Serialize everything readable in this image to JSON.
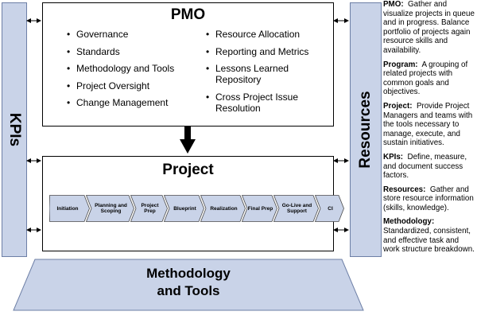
{
  "pmo": {
    "title": "PMO",
    "left_items": [
      "Governance",
      "Standards",
      "Methodology and Tools",
      "Project Oversight",
      "Change Management"
    ],
    "right_items": [
      "Resource Allocation",
      "Reporting and Metrics",
      "Lessons Learned Repository",
      "Cross Project Issue Resolution"
    ]
  },
  "project": {
    "title": "Project",
    "phases": [
      "Initiation",
      "Planning and Scoping",
      "Project Prep",
      "Blueprint",
      "Realization",
      "Final Prep",
      "Go-Live and Support",
      "CI"
    ]
  },
  "kpis_label": "KPIs",
  "resources_label": "Resources",
  "base_label_line1": "Methodology",
  "base_label_line2": "and Tools",
  "descriptions": [
    {
      "term": "PMO:",
      "text": "Gather and visualize projects in queue and in progress. Balance portfolio of projects again resource skills and availability."
    },
    {
      "term": "Program:",
      "text": "A grouping of related projects with common goals and objectives."
    },
    {
      "term": "Project:",
      "text": "Provide Project Managers and teams with the tools necessary to manage, execute, and sustain initiatives."
    },
    {
      "term": "KPIs:",
      "text": "Define, measure, and document success factors."
    },
    {
      "term": "Resources:",
      "text": "Gather and store resource information (skills, knowledge)."
    },
    {
      "term": "Methodology:",
      "text": "Standardized, consistent, and effective task and work structure breakdown."
    }
  ],
  "colors": {
    "sidebar_fill": "#c9d3e8",
    "sidebar_stroke": "#6d7fa6",
    "chevron_fill": "#c9d3e8",
    "base_fill": "#c9d3e8"
  }
}
